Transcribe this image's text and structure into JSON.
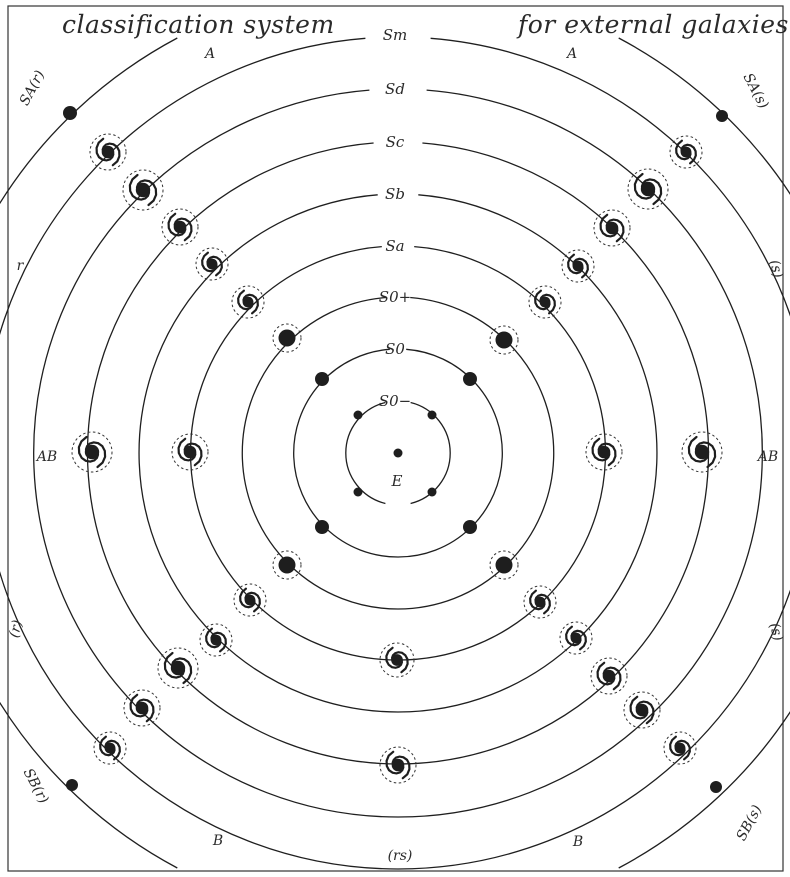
{
  "title": {
    "left": "classification system",
    "right": "for external galaxies"
  },
  "stages": [
    "Sm",
    "Sd",
    "Sc",
    "Sb",
    "Sa",
    "S0+",
    "S0",
    "S0−",
    "E"
  ],
  "families": {
    "top_left": "A",
    "top_right": "A",
    "bottom_left": "B",
    "bottom_right": "B",
    "bottom_center": "(rs)",
    "mid_left": "AB",
    "mid_right": "AB"
  },
  "corners": {
    "top_left": "SA(r)",
    "top_right": "SA(s)",
    "bottom_left": "SB(r)",
    "bottom_right": "SB(s)"
  },
  "varieties": {
    "left_upper": "r",
    "right_upper": "(s)",
    "left_lower": "(r)",
    "right_lower": "(s)"
  }
}
